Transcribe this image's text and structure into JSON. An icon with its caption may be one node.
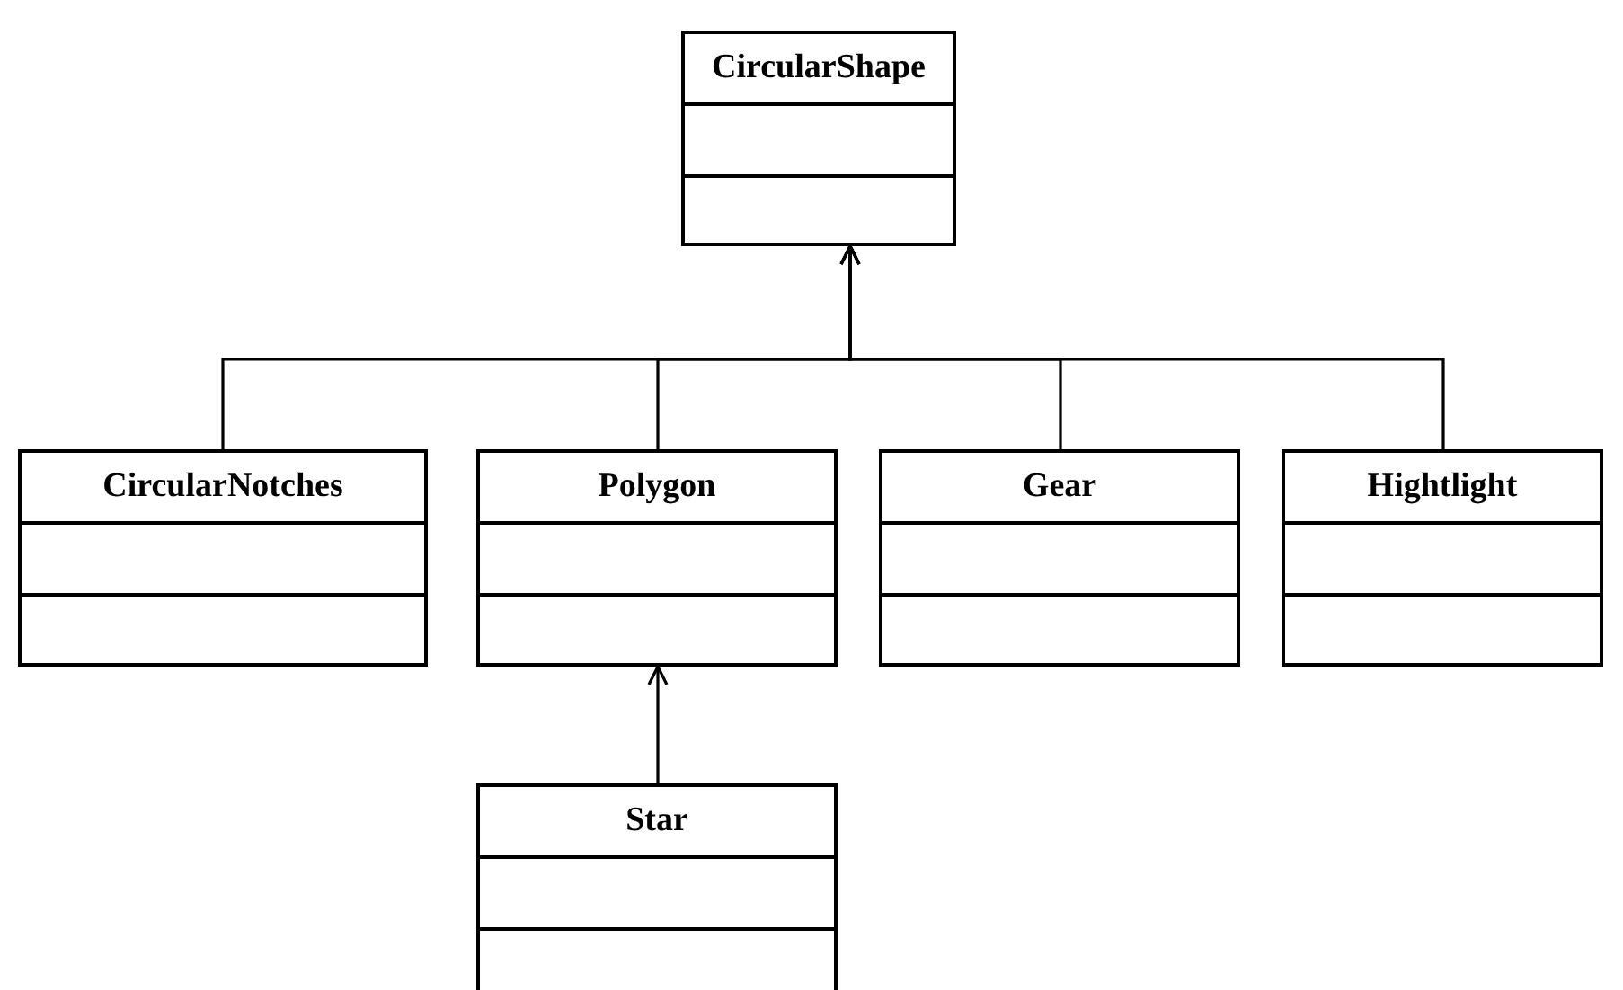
{
  "diagram": {
    "nodes": [
      {
        "text": [
          "CircularShape"
        ]
      },
      {
        "text": [
          "CircularNotches"
        ]
      },
      {
        "text": [
          "Polygon"
        ]
      },
      {
        "text": [
          "Gear"
        ]
      },
      {
        "text": [
          "Hightlight"
        ]
      },
      {
        "text": [
          "Star"
        ]
      }
    ],
    "edges": [
      {
        "from": 1,
        "to": 0,
        "arrow": "to"
      },
      {
        "from": 2,
        "to": 0,
        "arrow": "to"
      },
      {
        "from": 3,
        "to": 0,
        "arrow": "to"
      },
      {
        "from": 4,
        "to": 0,
        "arrow": "to"
      },
      {
        "from": 5,
        "to": 2,
        "arrow": "to"
      }
    ]
  }
}
